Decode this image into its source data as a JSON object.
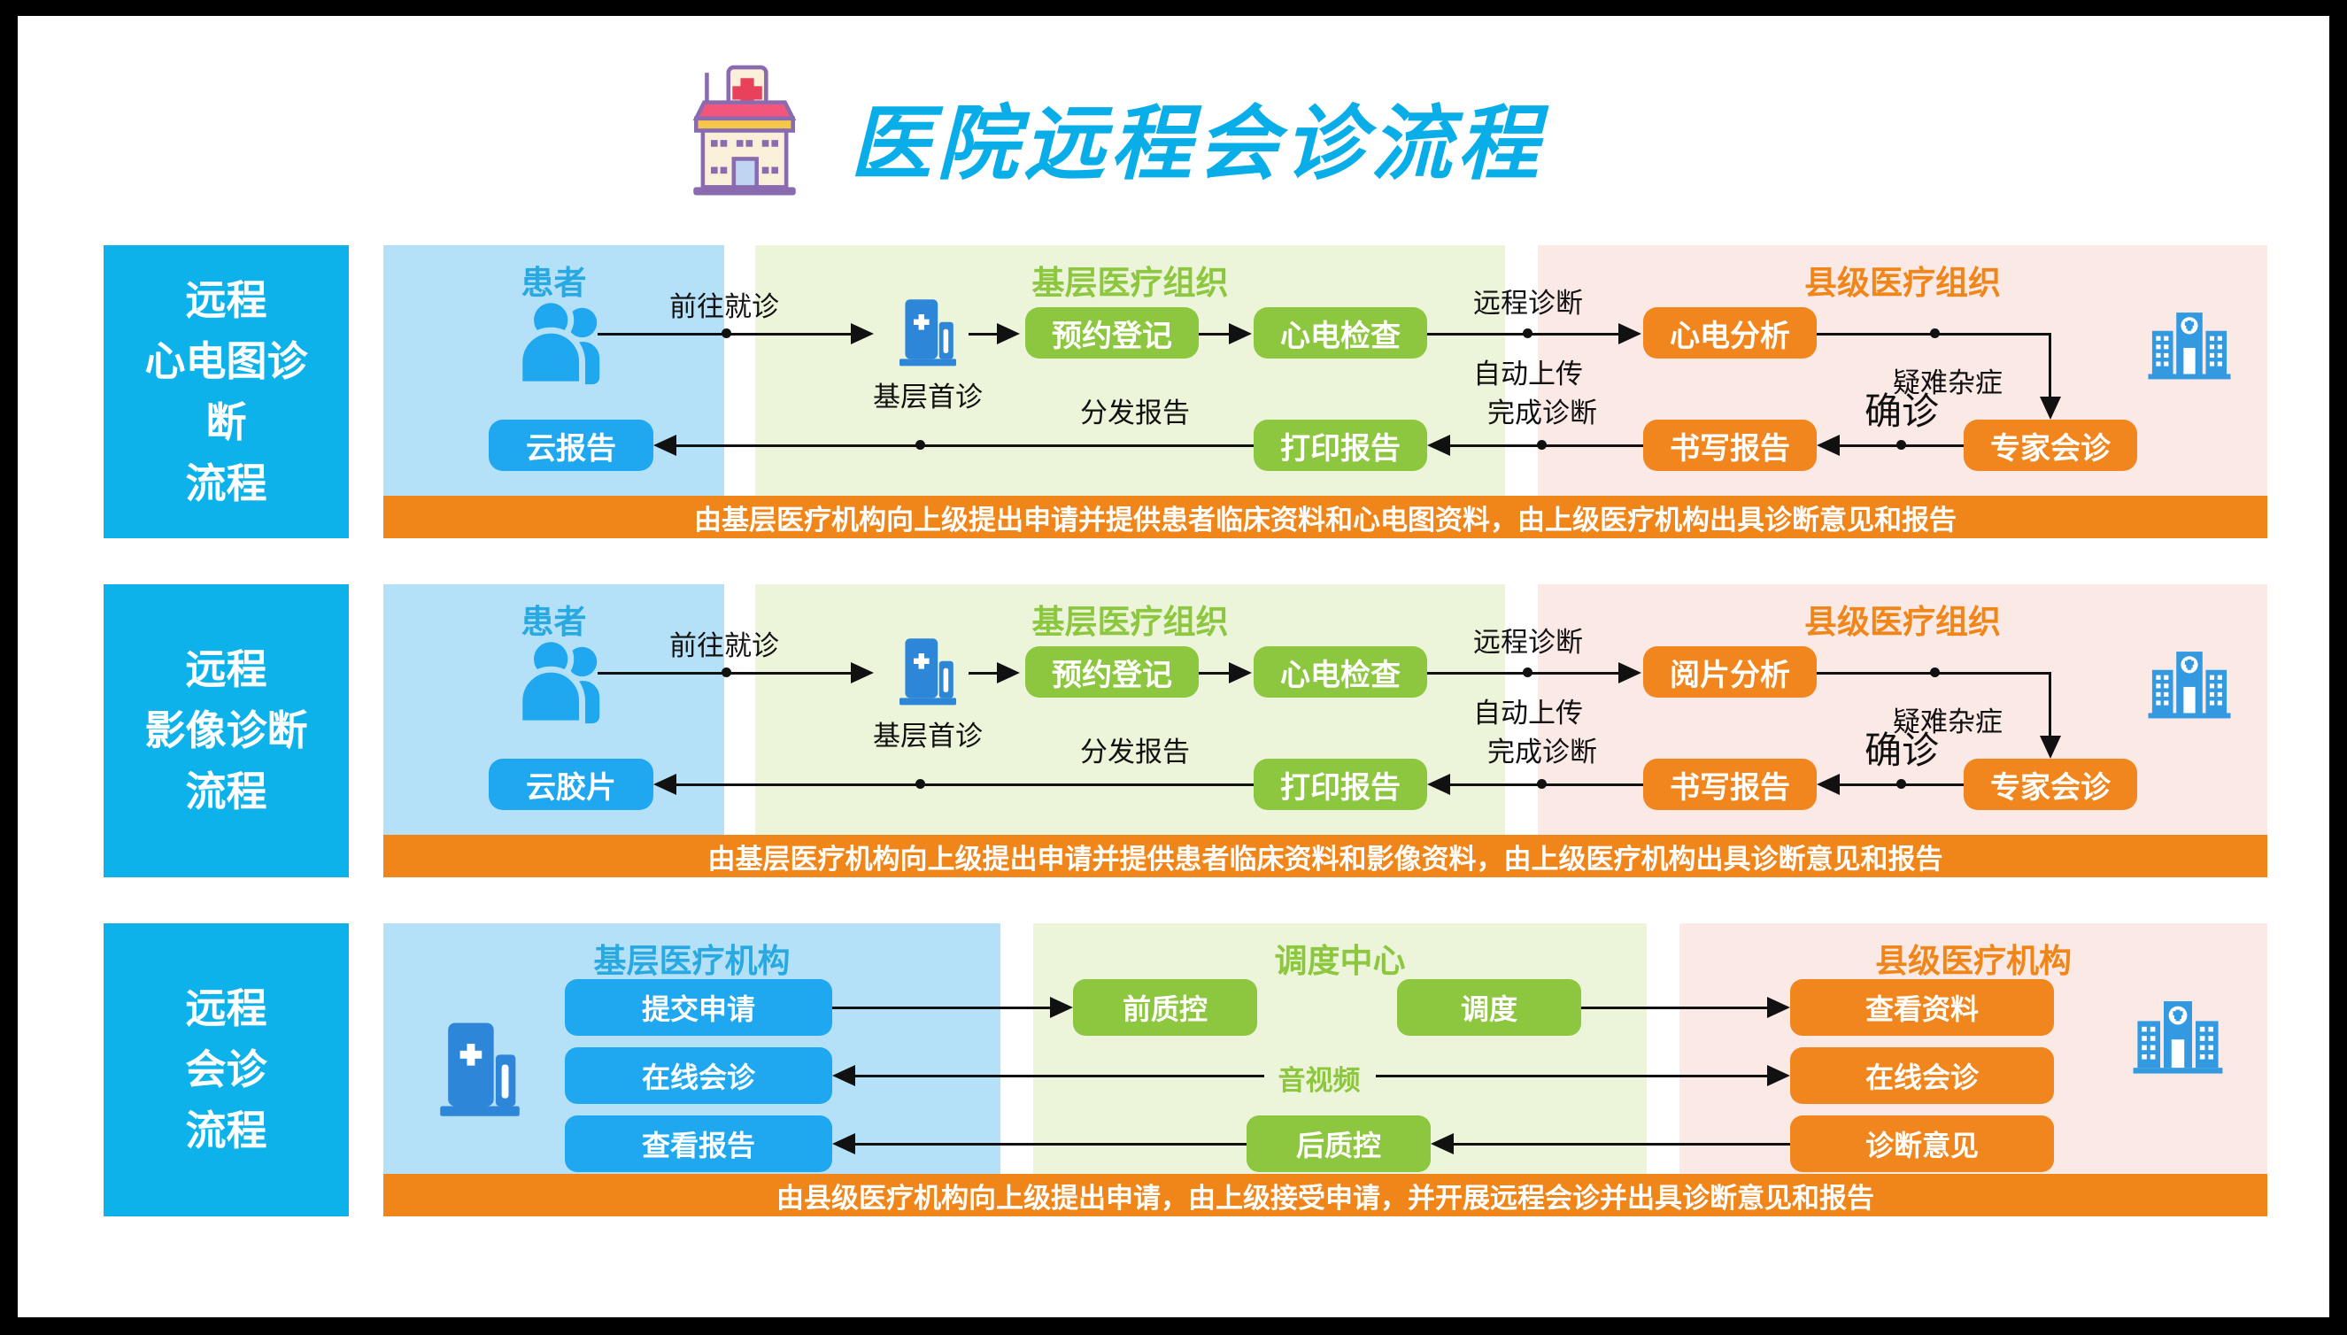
{
  "title": {
    "text": "医院远程会诊流程"
  },
  "colors": {
    "accent_cyan": "#0DB2EA",
    "accent_orange": "#F08519",
    "accent_green": "#8DC63F",
    "accent_blue": "#29A9E2",
    "panel_blue": "#B5E1F8",
    "panel_green": "#ECF5D9",
    "panel_pink": "#FBE9E6",
    "line_black": "#111111"
  },
  "icons": [
    "hospital-pastel-icon",
    "patients-icon",
    "clinic-building-icon",
    "hospital-flat-icon"
  ],
  "rows": [
    {
      "label": [
        "远程",
        "心电图诊",
        "断",
        "流程"
      ],
      "patient": {
        "header": "患者",
        "cloud_button": "云报告"
      },
      "primary": {
        "header": "基层医疗组织",
        "clinic_label": "基层首诊",
        "register": "预约登记",
        "exam": "心电检查",
        "print": "打印报告"
      },
      "county": {
        "header": "县级医疗组织",
        "analysis": "心电分析",
        "expert": "专家会诊",
        "write": "书写报告"
      },
      "edges": {
        "visit": "前往就诊",
        "remote": "远程诊断",
        "upload": "自动上传",
        "difficult": "疑难杂症",
        "confirm": "确诊",
        "finish": "完成诊断",
        "distribute": "分发报告"
      },
      "caption": "由基层医疗机构向上级提出申请并提供患者临床资料和心电图资料，由上级医疗机构出具诊断意见和报告"
    },
    {
      "label": [
        "远程",
        "影像诊断",
        "流程"
      ],
      "patient": {
        "header": "患者",
        "cloud_button": "云胶片"
      },
      "primary": {
        "header": "基层医疗组织",
        "clinic_label": "基层首诊",
        "register": "预约登记",
        "exam": "心电检查",
        "print": "打印报告"
      },
      "county": {
        "header": "县级医疗组织",
        "analysis": "阅片分析",
        "expert": "专家会诊",
        "write": "书写报告"
      },
      "edges": {
        "visit": "前往就诊",
        "remote": "远程诊断",
        "upload": "自动上传",
        "difficult": "疑难杂症",
        "confirm": "确诊",
        "finish": "完成诊断",
        "distribute": "分发报告"
      },
      "caption": "由基层医疗机构向上级提出申请并提供患者临床资料和影像资料，由上级医疗机构出具诊断意见和报告"
    },
    {
      "label": [
        "远程",
        "会诊",
        "流程"
      ],
      "primary": {
        "header": "基层医疗机构",
        "submit": "提交申请",
        "online": "在线会诊",
        "view_report": "查看报告"
      },
      "dispatch": {
        "header": "调度中心",
        "pre_qc": "前质控",
        "dispatch": "调度",
        "post_qc": "后质控",
        "av": "音视频"
      },
      "county": {
        "header": "县级医疗机构",
        "view_data": "查看资料",
        "online": "在线会诊",
        "opinion": "诊断意见"
      },
      "caption": "由县级医疗机构向上级提出申请，由上级接受申请，并开展远程会诊并出具诊断意见和报告"
    }
  ]
}
